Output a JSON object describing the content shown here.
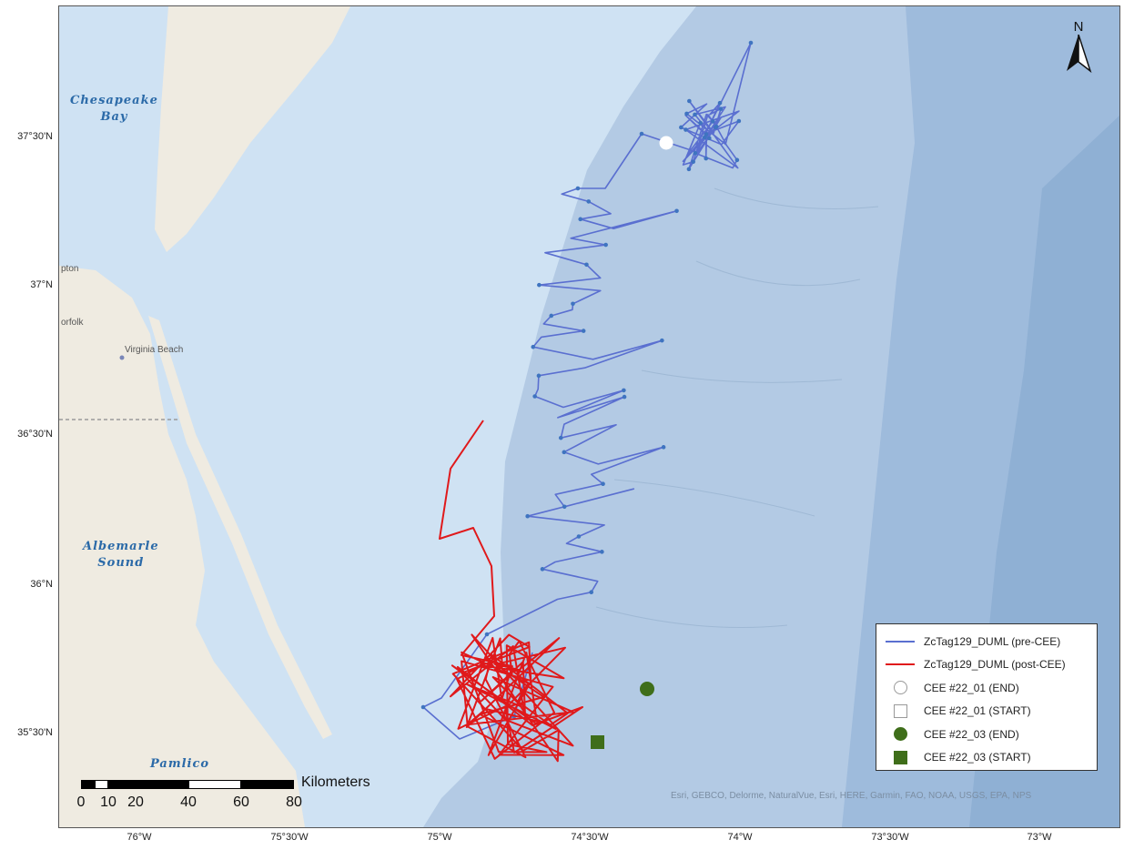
{
  "map": {
    "north_letter": "N",
    "lat_ticks": [
      "37°30'N",
      "37°N",
      "36°30'N",
      "36°N",
      "35°30'N"
    ],
    "lon_ticks": [
      "76°W",
      "75°30'W",
      "75°W",
      "74°30'W",
      "74°W",
      "73°30'W",
      "73°W"
    ],
    "places": [
      {
        "name": "Chesapeake\nBay",
        "kind": "water"
      },
      {
        "name": "Albemarle\nSound",
        "kind": "water"
      },
      {
        "name": "Pamlico",
        "kind": "water"
      },
      {
        "name": "Virginia Beach",
        "kind": "town"
      },
      {
        "name": "orfolk",
        "kind": "town"
      },
      {
        "name": "pton",
        "kind": "town"
      }
    ],
    "attribution": "Esri, GEBCO, Delorme, NaturalVue, Esri, HERE, Garmin, FAO, NOAA, USGS, EPA, NPS"
  },
  "legend": {
    "items": [
      {
        "label": "ZcTag129_DUML (pre-CEE)",
        "symbol": "line",
        "color": "#5a6fd0"
      },
      {
        "label": "ZcTag129_DUML (post-CEE)",
        "symbol": "line",
        "color": "#e0191b"
      },
      {
        "label": "CEE #22_01 (END)",
        "symbol": "circle-hollow",
        "color": "#ffffff"
      },
      {
        "label": "CEE #22_01 (START)",
        "symbol": "square-hollow",
        "color": "#ffffff"
      },
      {
        "label": "CEE #22_03 (END)",
        "symbol": "circle",
        "color": "#3f6e1a"
      },
      {
        "label": "CEE #22_03 (START)",
        "symbol": "square",
        "color": "#3f6e1a"
      }
    ]
  },
  "scale_bar": {
    "units": "Kilometers",
    "labels": [
      "0",
      "10",
      "20",
      "40",
      "60",
      "80"
    ]
  },
  "colors": {
    "land": "#efebe1",
    "shelf": "#cfe2f3",
    "slope": "#a9c2de",
    "deep": "#8fb0d4",
    "pre_track": "#5a6fd0",
    "pre_point": "#3f74c0",
    "post_track": "#e0191b",
    "cee03": "#3f6e1a"
  }
}
